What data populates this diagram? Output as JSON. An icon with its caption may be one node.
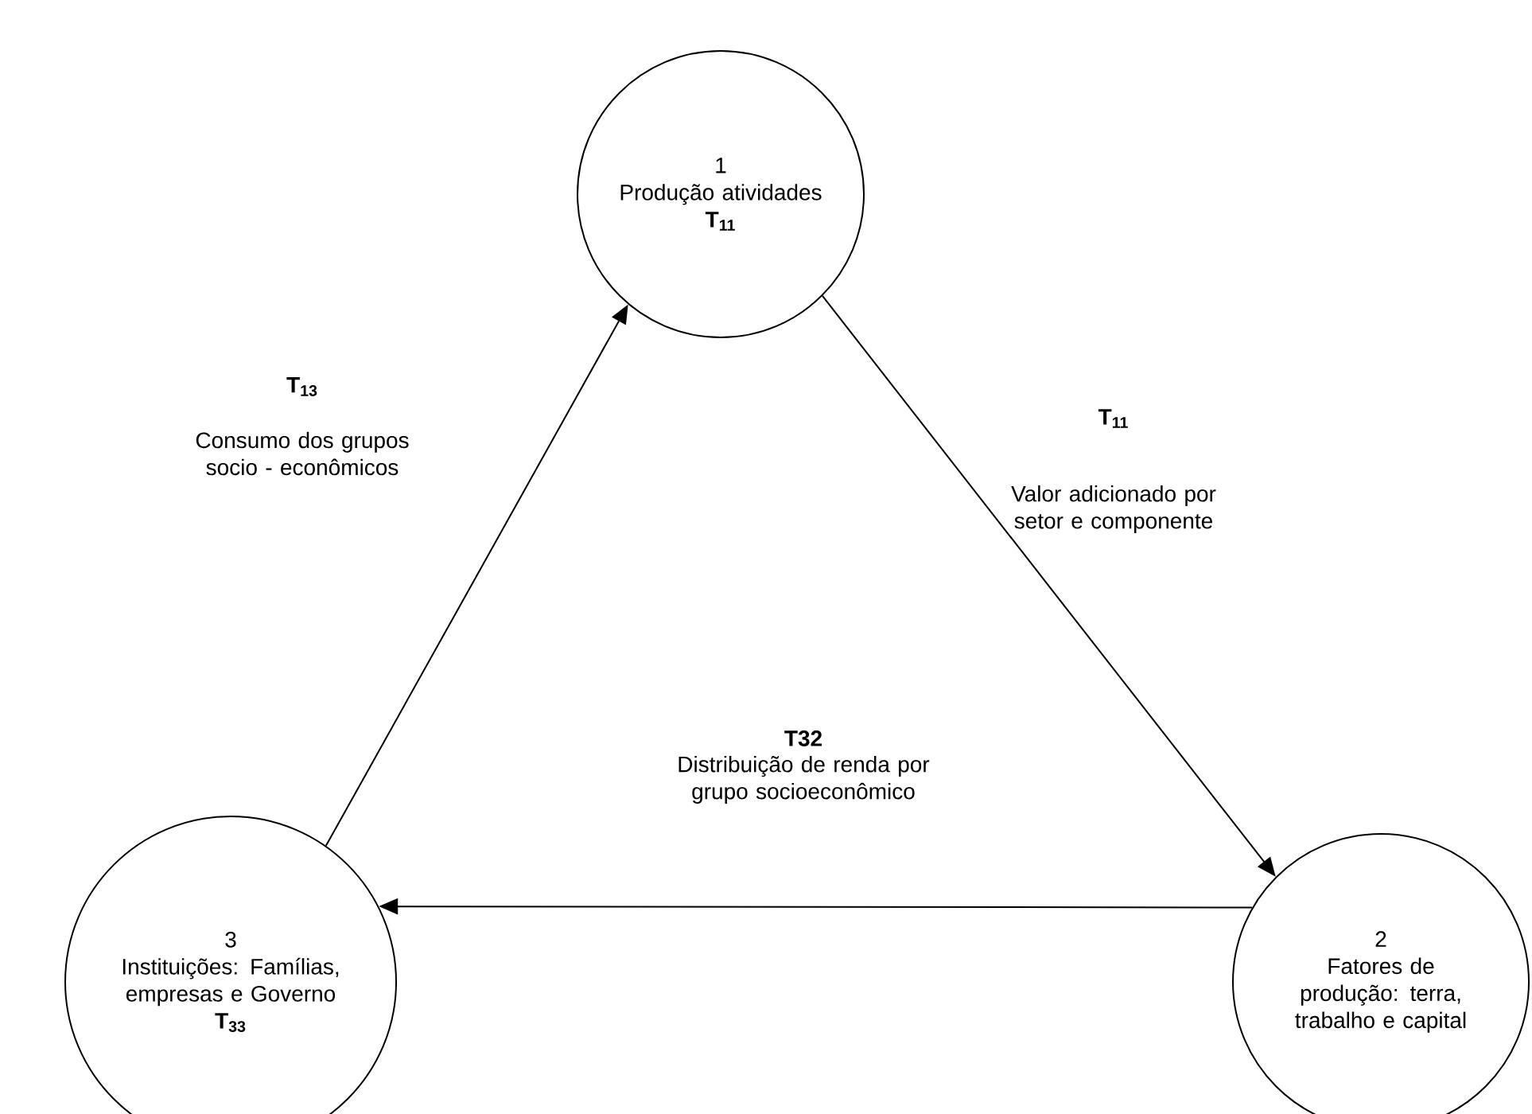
{
  "diagram": {
    "nodes": [
      {
        "text": [
          "1",
          "Produção atividades",
          "T$_{11}$"
        ]
      },
      {
        "text": [
          "2",
          "Fatores de produção: terra, trabalho e capital"
        ]
      },
      {
        "text": [
          "3",
          "Instituições: Famílias, empresas e Governo",
          "T$_{33}$"
        ]
      }
    ],
    "edges": [
      {
        "from": 0,
        "to": 1,
        "arrow": "to",
        "label": "Valor adicionado por setor e componente"
      },
      {
        "from": 1,
        "to": 2,
        "arrow": "to",
        "label": "Distribuição de renda por grupo socioeconômico"
      },
      {
        "from": 2,
        "to": 0,
        "arrow": "to",
        "label": "Consumo dos grupos socio - econômicos"
      }
    ],
    "labels": [
      "T$_{13}$",
      "T$_{11}$",
      "T32"
    ]
  }
}
